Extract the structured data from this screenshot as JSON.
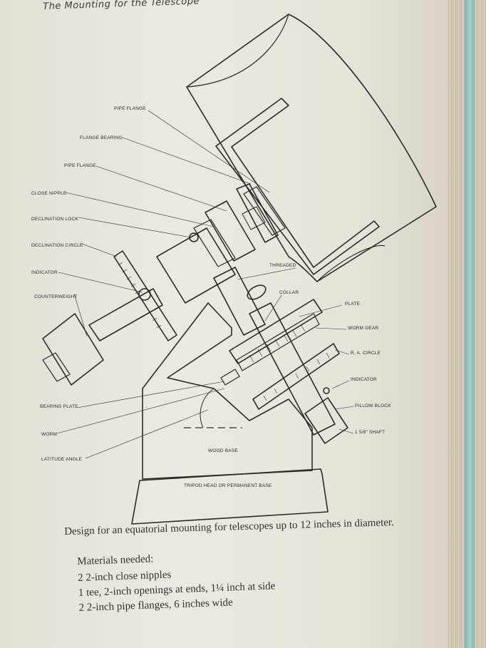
{
  "page": {
    "running_head": "The Mounting for the Telescope"
  },
  "diagram": {
    "labels": {
      "pipe_flange_top": "PIPE FLANGE",
      "flange_bearing": "FLANGE BEARING",
      "pipe_flange": "PIPE FLANGE",
      "close_nipple": "CLOSE NIPPLE",
      "declination_lock": "DECLINATION LOCK",
      "declination_circle": "DECLINATION CIRCLE",
      "indicator_left": "INDICATOR",
      "counterweight": "COUNTERWEIGHT",
      "threaded": "THREADED",
      "collar": "COLLAR",
      "plate": "PLATE",
      "worm_gear": "WORM GEAR",
      "ra_circle": "R. A. CIRCLE",
      "indicator_right": "INDICATOR",
      "pillow_block": "PILLOW BLOCK",
      "shaft": "1 5/8\" SHAFT",
      "bearing_plate": "BEARING PLATE",
      "worm": "WORM",
      "latitude_angle": "LATITUDE ANGLE",
      "wood_base": "WOOD BASE",
      "tripod_head": "TRIPOD HEAD OR PERMANENT BASE"
    }
  },
  "caption": "Design for an equatorial mounting for telescopes up to 12 inches in diameter.",
  "materials": {
    "heading": "Materials needed:",
    "items": [
      "2 2-inch close nipples",
      "1 tee, 2-inch openings at ends, 1¼ inch at side",
      "2 2-inch pipe flanges, 6 inches wide"
    ]
  }
}
